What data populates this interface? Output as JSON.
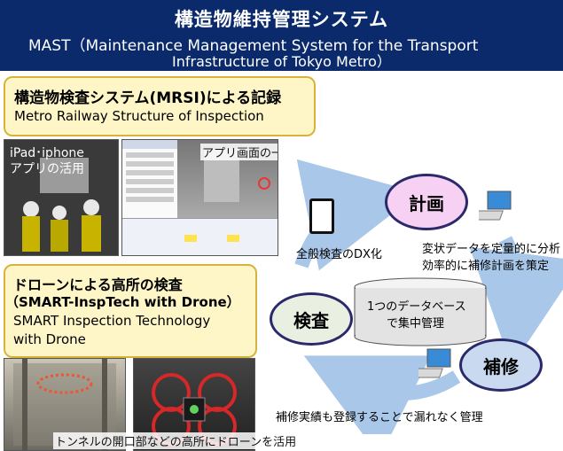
{
  "header": {
    "title": "構造物維持管理システム",
    "subtitle_line1": "MAST（Maintenance Management System for the Transport",
    "subtitle_line2": "Infrastructure of Tokyo Metro）"
  },
  "mrsi": {
    "title": "構造物検査システム(MRSI)による記録",
    "subtitle": "Metro Railway Structure of Inspection"
  },
  "photos_top": {
    "ipad_label_1": "iPad･iphone",
    "ipad_label_2": "アプリの活用",
    "app_label": "アプリ画面の一例"
  },
  "drone": {
    "title_1": "ドローンによる高所の検査",
    "title_2": "（SMART-InspTech with Drone）",
    "subtitle_1": "SMART Inspection Technology",
    "subtitle_2": "with Drone",
    "caption": "トンネルの開口部などの高所にドローンを活用"
  },
  "cycle": {
    "plan": "計画",
    "inspect": "検査",
    "repair": "補修",
    "database_1": "1つのデータベース",
    "database_2": "で集中管理",
    "dx": "全般検査のDX化",
    "plan_desc_1": "変状データを定量的に分析",
    "plan_desc_2": "効率的に補修計画を策定",
    "repair_desc": "補修実績も登録することで漏れなく管理"
  },
  "colors": {
    "header_bg": "#0b2a6b",
    "box_fill": "#fff6c8",
    "box_border": "#d8b33c",
    "plan_circle": "#f6d1f4",
    "repair_circle": "#c9d9f0",
    "arrow": "#a9c7e8"
  }
}
